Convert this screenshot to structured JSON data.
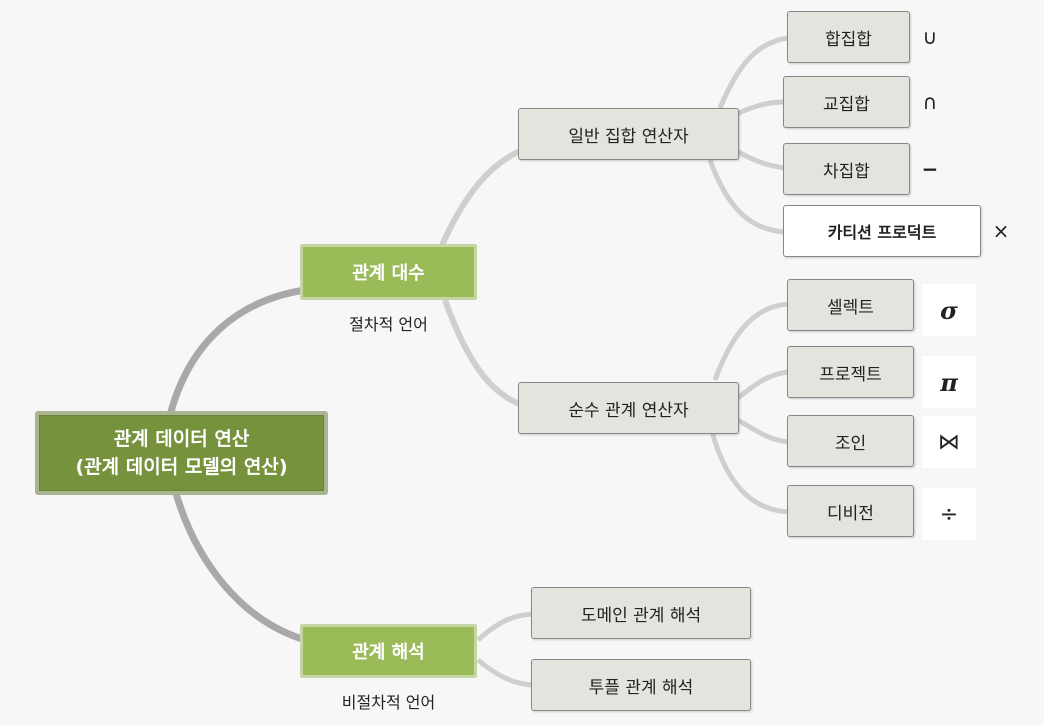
{
  "root": {
    "line1": "관계 데이터 연산",
    "line2": "(관계 데이터 모델의 연산)"
  },
  "algebra": {
    "label": "관계 대수",
    "caption": "절차적 언어",
    "set_ops": {
      "label": "일반 집합 연산자",
      "items": [
        {
          "label": "합집합",
          "symbol": "∪"
        },
        {
          "label": "교집합",
          "symbol": "∩"
        },
        {
          "label": "차집합",
          "symbol": "−"
        },
        {
          "label": "카티션 프로덕트",
          "symbol": "×"
        }
      ]
    },
    "rel_ops": {
      "label": "순수 관계 연산자",
      "items": [
        {
          "label": "셀렉트",
          "symbol": "σ"
        },
        {
          "label": "프로젝트",
          "symbol": "π"
        },
        {
          "label": "조인",
          "symbol": "⋈"
        },
        {
          "label": "디비전",
          "symbol": "÷"
        }
      ]
    }
  },
  "calculus": {
    "label": "관계 해석",
    "caption": "비절차적 언어",
    "items": [
      {
        "label": "도메인 관계 해석"
      },
      {
        "label": "투플 관계 해석"
      }
    ]
  }
}
